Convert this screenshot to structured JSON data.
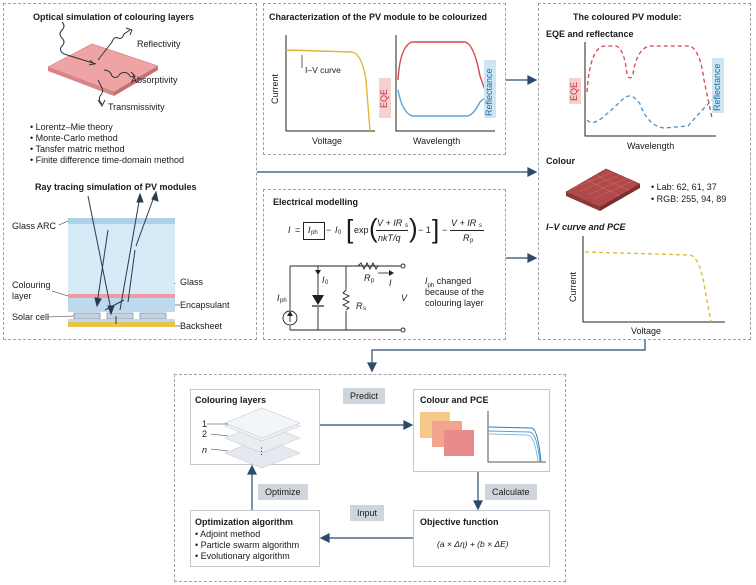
{
  "optical": {
    "title": "Optical simulation of colouring layers",
    "labels": {
      "reflectivity": "Reflectivity",
      "absorptivity": "Absorptivity",
      "transmissivity": "Transmissivity"
    },
    "methods": [
      "Lorentz–Mie theory",
      "Monte-Carlo method",
      "Tansfer matric method",
      "Finite difference time-domain method"
    ]
  },
  "raytracing": {
    "title": "Ray tracing simulation of PV modules",
    "labels": {
      "glass_arc": "Glass ARC",
      "glass": "Glass",
      "colouring_layer_1": "Colouring",
      "colouring_layer_2": "layer",
      "encapsulant": "Encapsulant",
      "solar_cell": "Solar cell",
      "backsheet": "Backsheet"
    }
  },
  "characterization": {
    "title": "Characterization of the PV module to be colourized",
    "iv_label": "I–V curve",
    "current_axis": "Current",
    "voltage_axis": "Voltage",
    "eqe_axis": "EQE",
    "reflectance_axis": "Reflectance",
    "wavelength_axis": "Wavelength"
  },
  "electrical": {
    "title": "Electrical modelling",
    "eq": {
      "i": "I",
      "eq": "=",
      "iph": "I",
      "iph_sub": "ph",
      "minus1": "−",
      "i0": "I",
      "i0_sub": "0",
      "exp": "exp",
      "num": "V + IR",
      "num_sub": "s",
      "den": "nkT/q",
      "minus_one": "− 1",
      "minus2": "−",
      "num2": "V + IR",
      "num2_sub": "s",
      "den2": "R",
      "den2_sub": "p"
    },
    "circuit": {
      "i0": "I",
      "i0_sub": "0",
      "rp": "R",
      "rp_sub": "p",
      "i": "I",
      "iph": "I",
      "iph_sub": "ph",
      "rs": "R",
      "rs_sub": "s",
      "v": "V"
    },
    "note_sym": "I",
    "note_sub": "ph",
    "note_1": " changed",
    "note_2": "because of the",
    "note_3": "colouring layer"
  },
  "coloured_module": {
    "title": "The coloured PV module:",
    "eqe_title": "EQE and reflectance",
    "eqe_axis": "EQE",
    "reflectance_axis": "Reflectance",
    "wavelength_axis": "Wavelength",
    "colour_title": "Colour",
    "lab": "Lab: 62, 61, 37",
    "rgb": "RGB: 255, 94, 89",
    "iv_title": "I–V curve and PCE",
    "current_axis": "Current",
    "voltage_axis": "Voltage"
  },
  "optimization": {
    "colouring_layers": "Colouring layers",
    "layer_labels": [
      "1",
      "2",
      "n"
    ],
    "colour_pce": "Colour and PCE",
    "objective": "Objective function",
    "objective_formula": "(a × Δη) + (b × ΔE)",
    "algorithm_title": "Optimization algorithm",
    "algorithms": [
      "Adjoint method",
      "Particle swarm algorithm",
      "Evolutionary algorithm"
    ],
    "predict": "Predict",
    "calculate": "Calculate",
    "input": "Input",
    "optimize": "Optimize",
    "dots": "⋮"
  },
  "colors": {
    "salmon": "#e8868a",
    "yellow": "#e8c04a",
    "blue": "#5aa6d8",
    "red": "#d8454d",
    "brick": "#b0494a"
  }
}
